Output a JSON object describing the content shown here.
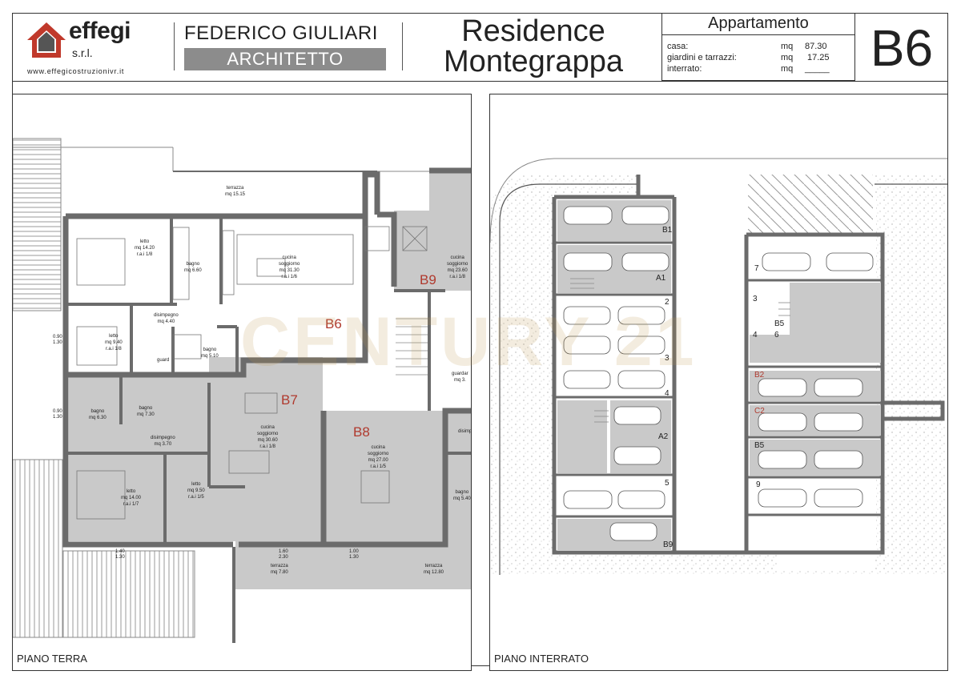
{
  "logo": {
    "name": "effegi",
    "sub": "s.r.l.",
    "url": "www.effegicostruzionivr.it"
  },
  "architect": {
    "name": "FEDERICO GIULIARI",
    "title": "ARCHITETTO"
  },
  "project": {
    "line1": "Residence",
    "line2": "Montegrappa"
  },
  "apartment": {
    "heading": "Appartamento",
    "code": "B6",
    "rows": [
      {
        "label": "casa:",
        "unit": "mq",
        "value": "87.30"
      },
      {
        "label": "giardini e tarrazzi:",
        "unit": "mq",
        "value": "17.25"
      },
      {
        "label": "interrato:",
        "unit": "mq",
        "value": "_____"
      }
    ]
  },
  "watermark": "CENTURY 21",
  "ground_floor": {
    "title": "PIANO TERRA",
    "units": [
      "B6",
      "B7",
      "B8",
      "B9"
    ],
    "rooms": [
      {
        "name": "terrazza",
        "area": "mq 15.15"
      },
      {
        "name": "letto",
        "area": "mq 14.20",
        "ratio": "r.a.i 1/8"
      },
      {
        "name": "bagno",
        "area": "mq 6.60"
      },
      {
        "name": "cucina",
        "name2": "soggiorno",
        "area": "mq 31.30",
        "ratio": "r.a.i 1/6"
      },
      {
        "name": "disimpegno",
        "area": "mq 4.40"
      },
      {
        "name": "letto",
        "area": "mq 9.40",
        "ratio": "r.a.i 1/8"
      },
      {
        "name": "bagno",
        "area": "mq 5.10"
      },
      {
        "name": "guard"
      },
      {
        "name": "cucina",
        "name2": "soggiorno",
        "area": "mq 23.60",
        "ratio": "r.a.i 1/8"
      },
      {
        "name": "guardar",
        "area": "mq 3."
      },
      {
        "name": "bagno",
        "area": "mq 6.30"
      },
      {
        "name": "bagno",
        "area": "mq 7.30"
      },
      {
        "name": "disimpegno",
        "area": "mq 3.70"
      },
      {
        "name": "cucina",
        "name2": "soggiorno",
        "area": "mq 30.60",
        "ratio": "r.a.i 1/8"
      },
      {
        "name": "cucina",
        "name2": "soggiorno",
        "area": "mq 27.00",
        "ratio": "r.a.i 1/5"
      },
      {
        "name": "disimp"
      },
      {
        "name": "letto",
        "area": "mq 14.00",
        "ratio": "r.a.i 1/7"
      },
      {
        "name": "letto",
        "area": "mq 9.50",
        "ratio": "r.a.i 1/5"
      },
      {
        "name": "bagno",
        "area": "mq 5.40"
      },
      {
        "name": "terrazza",
        "area": "mq 7.80"
      },
      {
        "name": "terrazza",
        "area": "mq 12.80"
      }
    ],
    "dims": [
      "0.90",
      "1.30",
      "1.40",
      "1.60",
      "1.00",
      "2.30"
    ]
  },
  "basement": {
    "title": "PIANO INTERRATO",
    "garages": [
      "B1",
      "A1",
      "2",
      "3",
      "4",
      "A2",
      "5",
      "B9",
      "7",
      "3",
      "B5",
      "4",
      "6",
      "B2",
      "C2",
      "B5",
      "9"
    ]
  },
  "colors": {
    "accent": "#c0392b",
    "grey_unit": "#c9c9c9",
    "wall": "#6b6b6b",
    "logo_red": "#c0392b",
    "logo_dark": "#555555"
  }
}
